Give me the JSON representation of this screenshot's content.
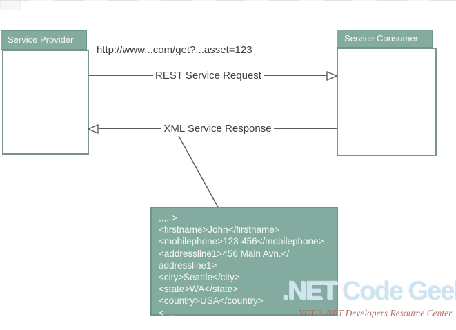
{
  "diagram": {
    "provider": {
      "title": "Service Provider"
    },
    "consumer": {
      "title": "Service Consumer"
    },
    "request": {
      "url_label": "http://www...com/get?...asset=123",
      "arrow_label": "REST Service Request",
      "direction": "provider-to-consumer"
    },
    "response": {
      "arrow_label": "XML Service Response",
      "direction": "consumer-to-provider"
    },
    "xml_snippet": {
      "lines": [
        ",,,, >",
        "<firstname>John</firstname>",
        "<mobilephone>123-456</mobilephone>",
        "<addressline1>456 Main Avn.</",
        "addressline1>",
        "<city>Seattle</city>",
        "<state>WA</state>",
        "<country>USA</country>",
        "< ..."
      ]
    }
  },
  "watermark": {
    "title": ".NET Code Geeks",
    "tagline": ".NET 2 .NET Developers Resource Center"
  },
  "colors": {
    "teal": "#84aba0",
    "teal_border": "#6d968b",
    "box_border": "#7d948d",
    "line": "#5c5c5c",
    "text": "#3f3f3f"
  }
}
